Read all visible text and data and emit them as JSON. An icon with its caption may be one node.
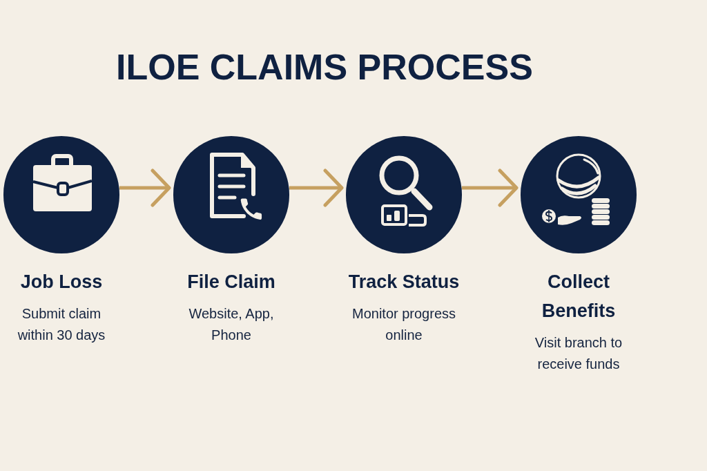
{
  "diagram": {
    "title": "ILOE CLAIMS PROCESS",
    "nodes": [
      {
        "text": [
          "Job Loss",
          "Submit claim within 30 days"
        ]
      },
      {
        "text": [
          "File Claim",
          "Website, App, Phone"
        ]
      },
      {
        "text": [
          "Track Status",
          "Monitor progress online"
        ]
      },
      {
        "text": [
          "Collect Benefits",
          "Visit branch to receive funds"
        ]
      }
    ],
    "edges": [
      {
        "from": 0,
        "to": 1,
        "arrow": "to"
      },
      {
        "from": 1,
        "to": 2,
        "arrow": "to"
      },
      {
        "from": 2,
        "to": 3,
        "arrow": "to"
      }
    ]
  }
}
